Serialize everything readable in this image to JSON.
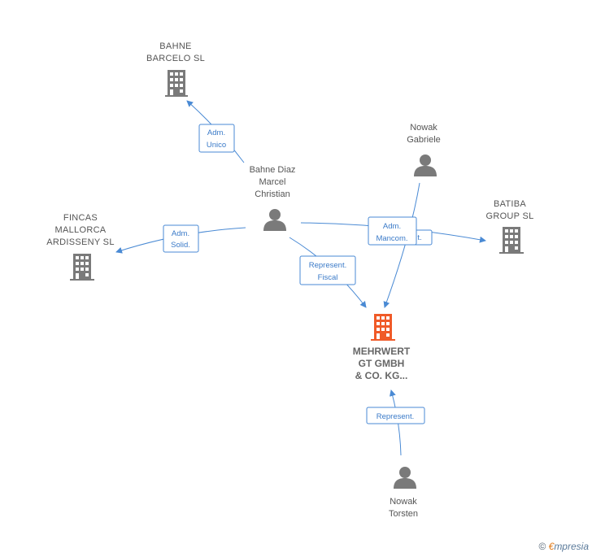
{
  "nodes": {
    "bahne_barcelo": {
      "line1": "BAHNE",
      "line2": "BARCELO  SL"
    },
    "nowak_gabriele": {
      "line1": "Nowak",
      "line2": "Gabriele"
    },
    "bahne_diaz": {
      "line1": "Bahne Diaz",
      "line2": "Marcel",
      "line3": "Christian"
    },
    "batiba": {
      "line1": "BATIBA",
      "line2": "GROUP  SL"
    },
    "fincas": {
      "line1": "FINCAS",
      "line2": "MALLORCA",
      "line3": "ARDISSENY  SL"
    },
    "mehrwert": {
      "line1": "MEHRWERT",
      "line2": "GT GMBH",
      "line3": "& CO.  KG..."
    },
    "nowak_torsten": {
      "line1": "Nowak",
      "line2": "Torsten"
    }
  },
  "relations": {
    "adm_unico": {
      "line1": "Adm.",
      "line2": "Unico"
    },
    "adm_solid": {
      "line1": "Adm.",
      "line2": "Solid."
    },
    "adm_mancom": {
      "line1": "Adm.",
      "line2": "Mancom."
    },
    "adm_mancom_hidden": {
      "line1": "t."
    },
    "represent_fiscal": {
      "line1": "Represent.",
      "line2": "Fiscal"
    },
    "represent": {
      "line1": "Represent."
    }
  },
  "colors": {
    "edge": "#4a8ad4",
    "company": "#7a7a7a",
    "main_company": "#f05a28",
    "person": "#7a7a7a"
  },
  "footer": {
    "copyright": "©",
    "brand_first": "€",
    "brand_rest": "mpresia"
  }
}
